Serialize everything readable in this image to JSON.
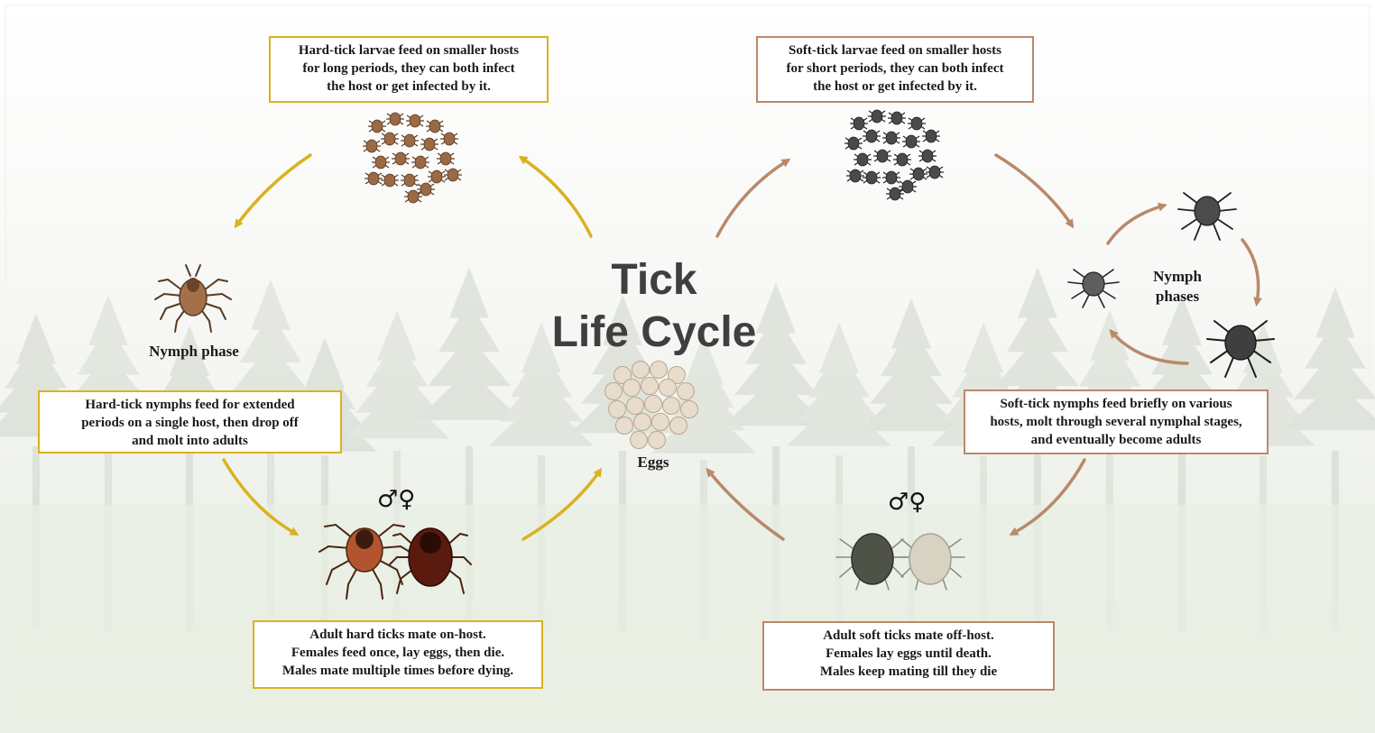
{
  "title": {
    "line1": "Tick",
    "line2": "Life Cycle"
  },
  "hard_tick": {
    "larvae_box": {
      "lines": [
        "Hard-tick larvae feed on smaller hosts",
        "for long periods, they can both infect",
        "the host or get infected by it."
      ]
    },
    "nymph_label": "Nymph phase",
    "nymph_box": {
      "lines": [
        "Hard-tick nymphs feed for extended",
        "periods on a single host, then drop off",
        "and molt into adults"
      ]
    },
    "adult_symbols": "♂♀",
    "adult_box": {
      "lines": [
        "Adult hard ticks mate on-host.",
        "Females feed once, lay eggs, then die.",
        "Males mate multiple times before dying."
      ]
    },
    "arrow_color": "#d9b21f"
  },
  "soft_tick": {
    "larvae_box": {
      "lines": [
        "Soft-tick larvae feed on smaller hosts",
        "for short periods, they can both infect",
        "the host or get infected by it."
      ]
    },
    "nymph_label": {
      "line1": "Nymph",
      "line2": "phases"
    },
    "nymph_box": {
      "lines": [
        "Soft-tick nymphs feed briefly on various",
        "hosts, molt through several nymphal stages,",
        "and eventually become adults"
      ]
    },
    "adult_symbols": "♂♀",
    "adult_box": {
      "lines": [
        "Adult soft ticks mate off-host.",
        "Females lay eggs until death.",
        "Males keep mating till they die"
      ]
    },
    "arrow_color": "#b9896a"
  },
  "eggs_label": "Eggs",
  "colors": {
    "hard_border": "#d9b21f",
    "soft_border": "#b9896a",
    "title_text": "#3f3f3f",
    "hard_larva": "#9a6a45",
    "soft_larva": "#4a4a4a",
    "egg": "#e8dccd"
  },
  "icons": {
    "hard_larvae": "hard-tick-larvae-cluster-icon",
    "soft_larvae": "soft-tick-larvae-cluster-icon",
    "hard_nymph": "hard-tick-nymph-icon",
    "soft_nymphs": "soft-tick-nymph-icon",
    "eggs": "tick-eggs-icon",
    "hard_adults": "hard-tick-adults-icon",
    "soft_adults": "soft-tick-adults-icon",
    "sex_symbols": "male-female-symbol-icon"
  }
}
